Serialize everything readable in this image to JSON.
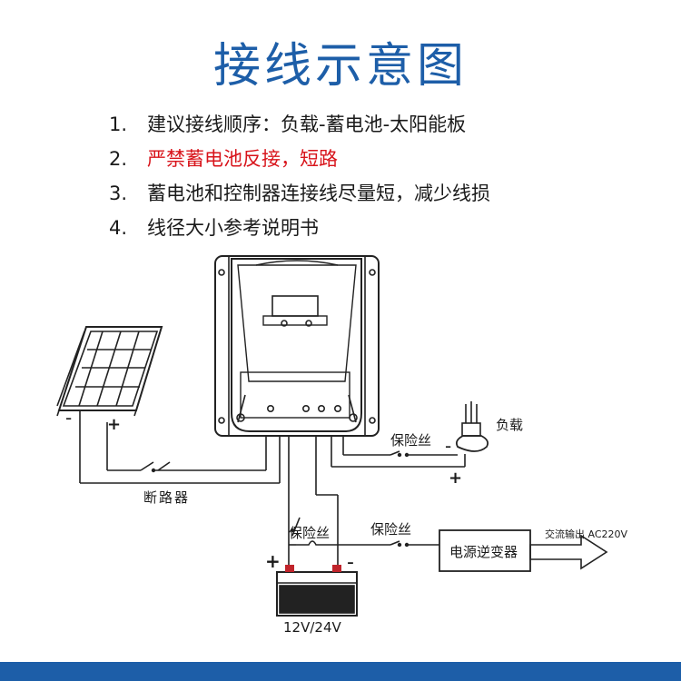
{
  "title": "接线示意图",
  "notes": [
    {
      "num": "1.",
      "text": "建议接线顺序：负载-蓄电池-太阳能板"
    },
    {
      "num": "2.",
      "text": "严禁蓄电池反接，短路"
    },
    {
      "num": "3.",
      "text": "蓄电池和控制器连接线尽量短，减少线损"
    },
    {
      "num": "4.",
      "text": "线径大小参考说明书"
    }
  ],
  "labels": {
    "load": "负载",
    "fuse_load": "保险丝",
    "fuse_battery": "保险丝",
    "fuse_inverter": "保险丝",
    "breaker": "断路器",
    "inverter": "电源逆变器",
    "ac_output": "交流输出 AC220V",
    "battery_voltage": "12V/24V",
    "panel_minus": "-",
    "panel_plus": "+",
    "load_minus": "-",
    "load_plus": "+",
    "battery_plus": "+",
    "battery_minus": "-"
  },
  "colors": {
    "title": "#1d5ea8",
    "warning": "#d8141b",
    "footer": "#1d5ea8",
    "terminal": "#c0242b"
  }
}
